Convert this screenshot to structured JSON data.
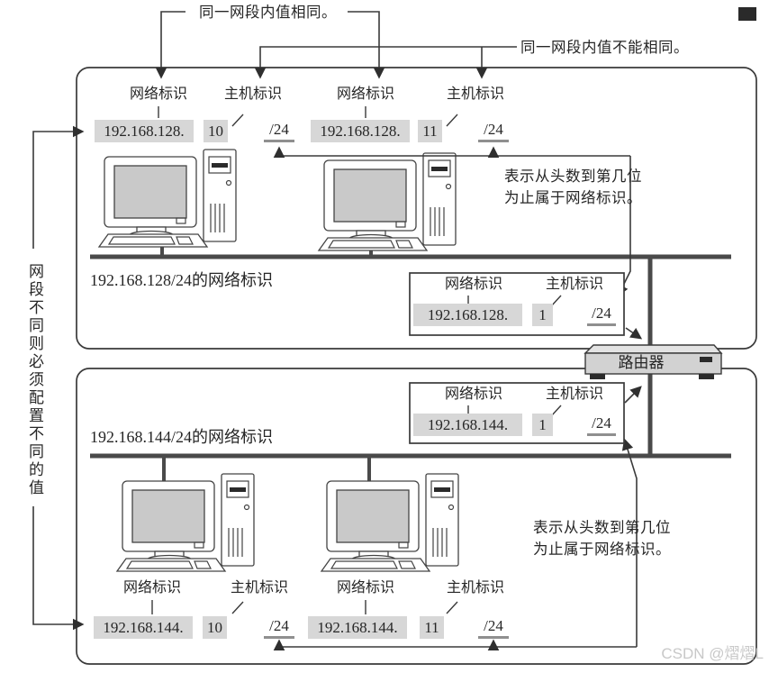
{
  "annotations": {
    "same_segment_note": "同一网段内值相同。",
    "different_value_note": "同一网段内值不能相同。",
    "prefix_note_line1": "表示从头数到第几位",
    "prefix_note_line2": "为止属于网络标识。",
    "left_vertical_note": "网段不同则必须配置不同的值"
  },
  "labels": {
    "network_id": "网络标识",
    "host_id": "主机标识"
  },
  "segments": {
    "top": {
      "caption": "192.168.128/24的网络标识",
      "hosts": [
        {
          "network": "192.168.128.",
          "host": "10",
          "prefix": "/24"
        },
        {
          "network": "192.168.128.",
          "host": "11",
          "prefix": "/24"
        }
      ],
      "router_interface": {
        "network": "192.168.128.",
        "host": "1",
        "prefix": "/24"
      }
    },
    "bottom": {
      "caption": "192.168.144/24的网络标识",
      "hosts": [
        {
          "network": "192.168.144.",
          "host": "10",
          "prefix": "/24"
        },
        {
          "network": "192.168.144.",
          "host": "11",
          "prefix": "/24"
        }
      ],
      "router_interface": {
        "network": "192.168.144.",
        "host": "1",
        "prefix": "/24"
      }
    }
  },
  "router": {
    "label": "路由器"
  },
  "watermark": "CSDN @熠熠L",
  "colors": {
    "line": "#3a3a3a",
    "bus": "#4a4a4a",
    "value_bg": "#d7d7d7",
    "screen": "#c9c9c9",
    "router_body": "#d2d2d2",
    "router_top": "#e3e3e3",
    "watermark": "#c8c8c8"
  }
}
